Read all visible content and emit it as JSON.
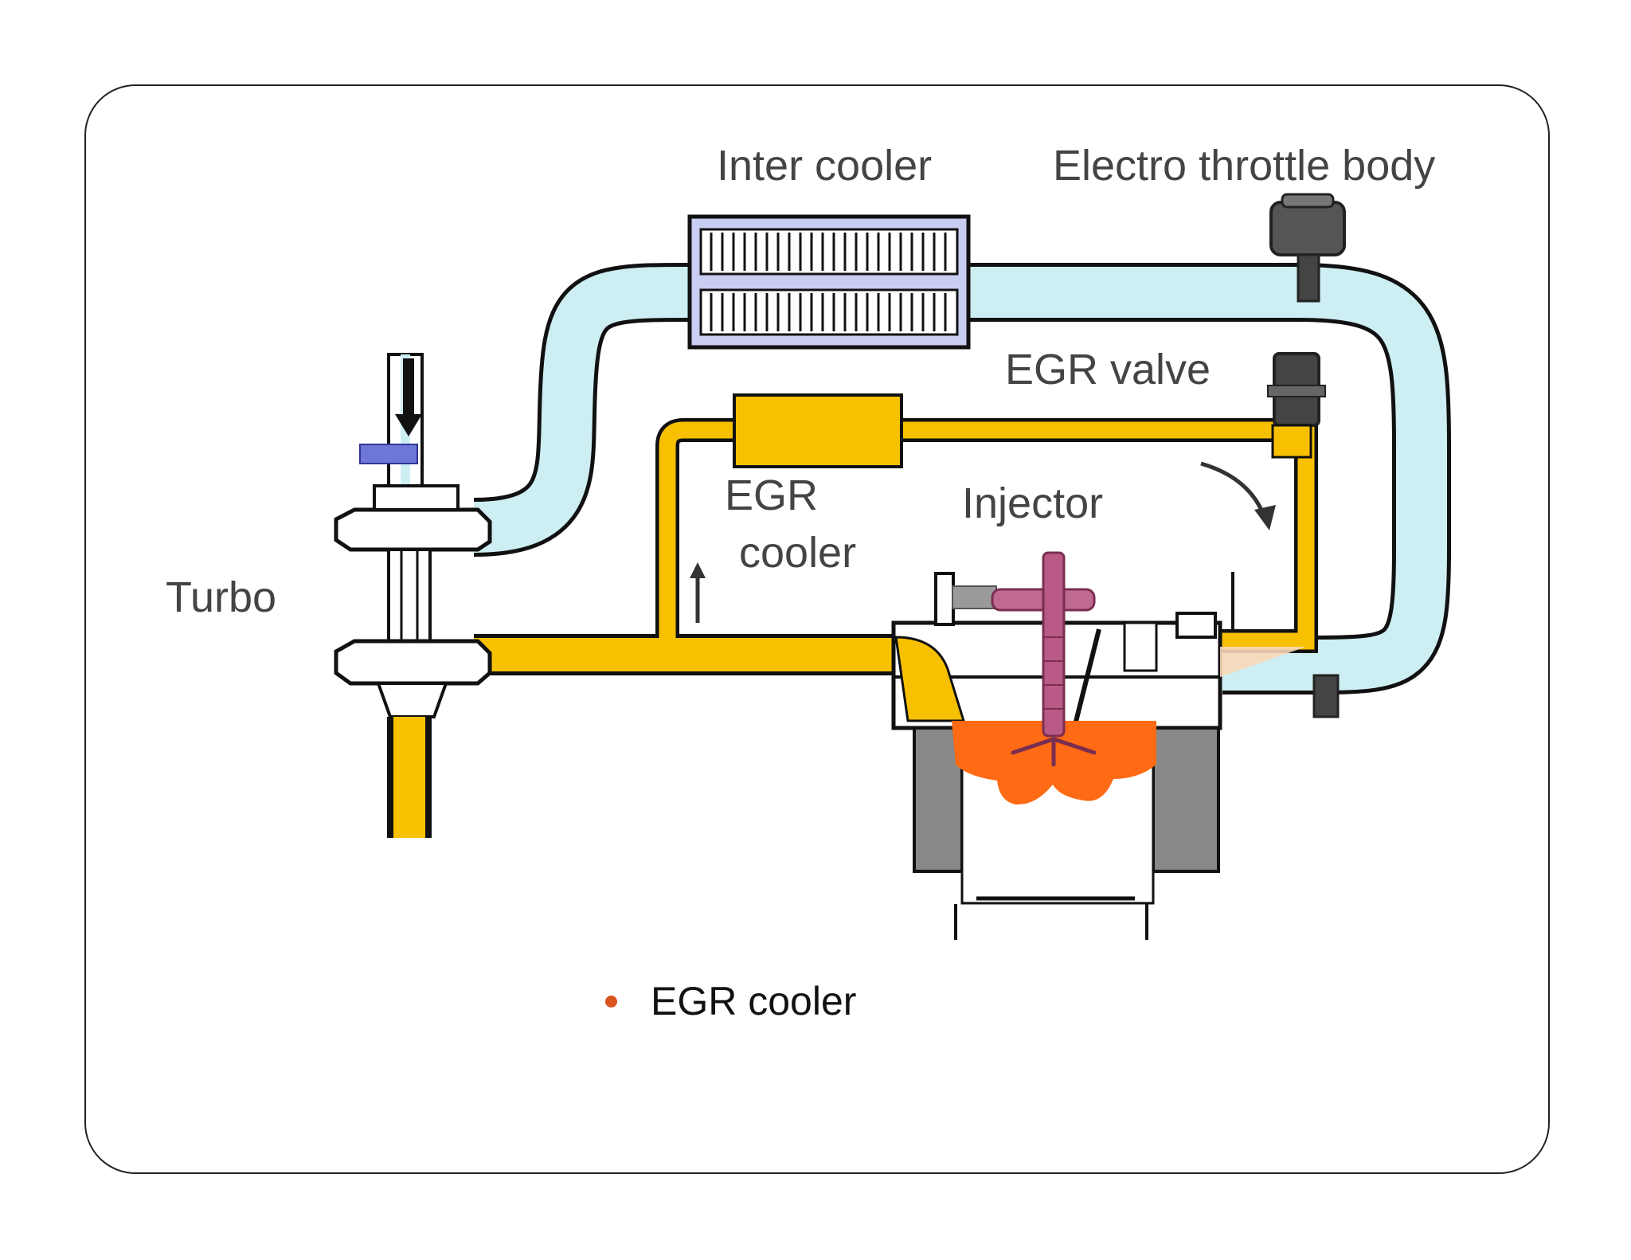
{
  "labels": {
    "inter_cooler": "Inter cooler",
    "electro_throttle_body": "Electro throttle body",
    "egr_valve": "EGR valve",
    "egr_cooler_line1": "EGR",
    "egr_cooler_line2": "cooler",
    "injector": "Injector",
    "turbo": "Turbo"
  },
  "bullets": [
    {
      "text": "EGR cooler"
    }
  ],
  "colors": {
    "intake_air": "#cdeef3",
    "exhaust_gas": "#f7c000",
    "combustion": "#ff6a14",
    "intercooler": "#c9cdf2",
    "bullet": "#d9541e",
    "outline": "#111111"
  }
}
